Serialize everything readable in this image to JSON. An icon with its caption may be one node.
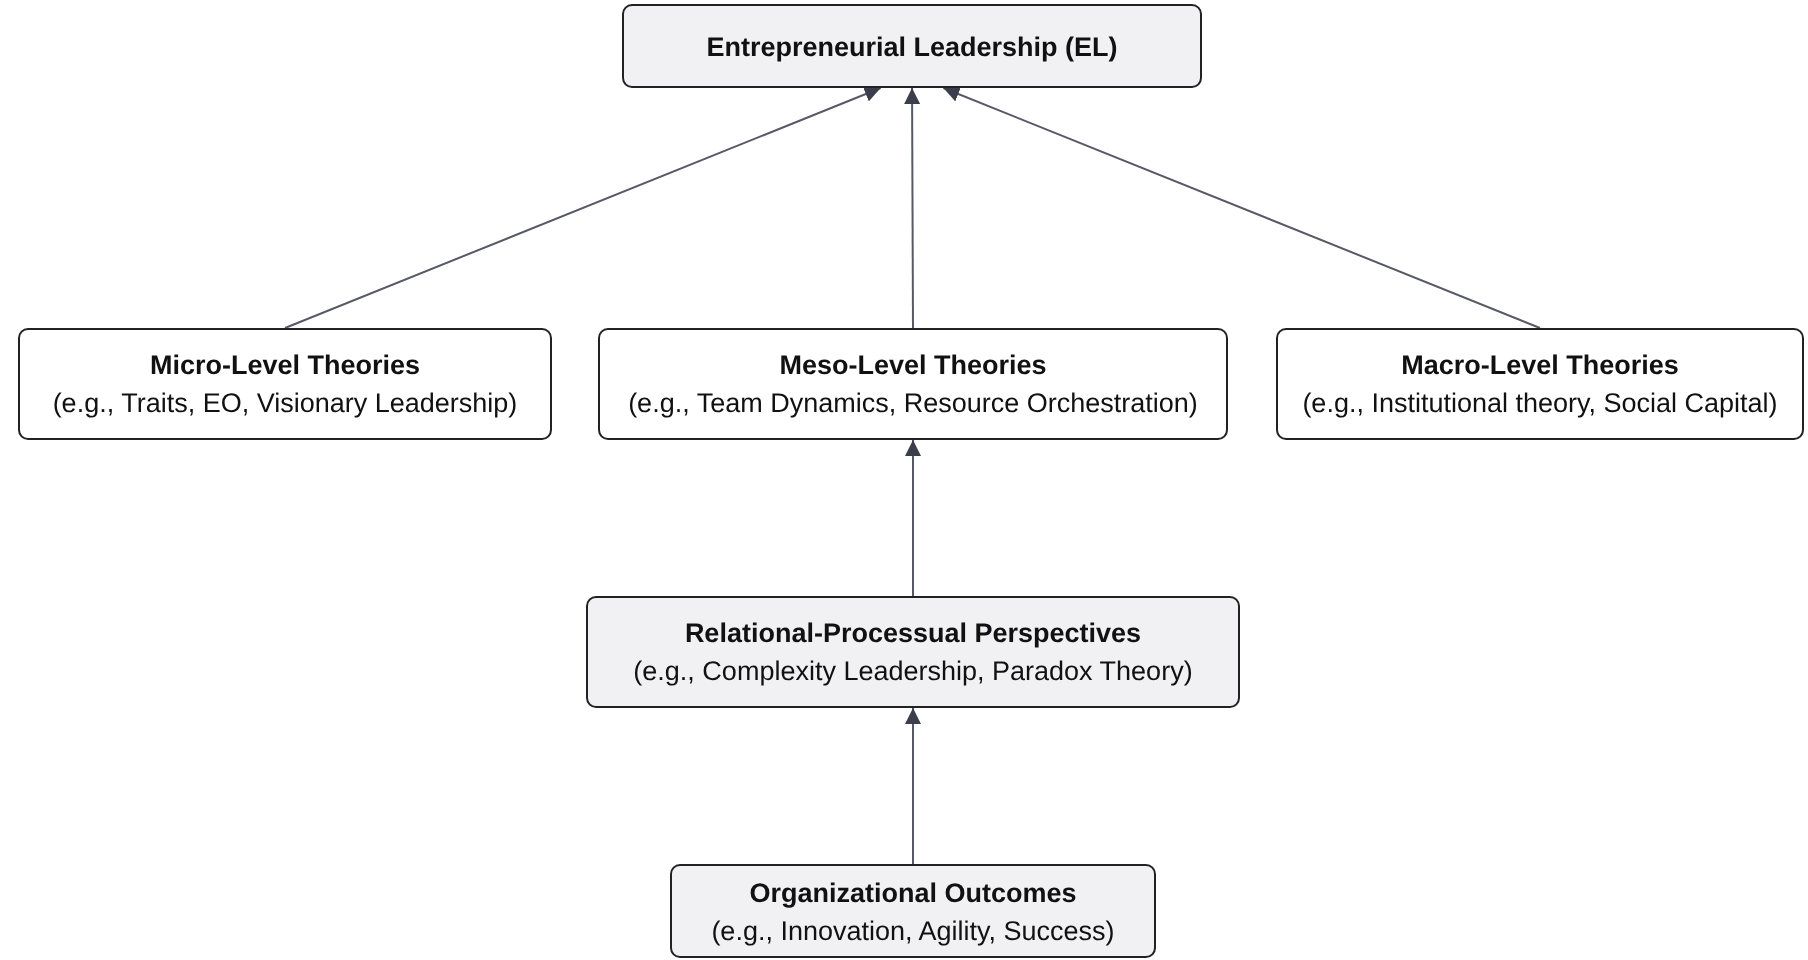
{
  "diagram": {
    "nodes": [
      {
        "text": [
          "Entrepreneurial Leadership (EL)"
        ]
      },
      {
        "text": [
          "Micro-Level Theories",
          "(e.g., Traits, EO, Visionary Leadership)"
        ]
      },
      {
        "text": [
          "Meso-Level Theories",
          "(e.g., Team Dynamics, Resource Orchestration)"
        ]
      },
      {
        "text": [
          "Macro-Level Theories",
          "(e.g., Institutional theory, Social Capital)"
        ]
      },
      {
        "text": [
          "Relational-Processual Perspectives",
          "(e.g., Complexity Leadership, Paradox Theory)"
        ]
      },
      {
        "text": [
          "Organizational Outcomes",
          "(e.g., Innovation, Agility, Success)"
        ]
      }
    ],
    "edges": [
      {
        "from": 1,
        "to": 0,
        "arrow": "to"
      },
      {
        "from": 2,
        "to": 0,
        "arrow": "to"
      },
      {
        "from": 3,
        "to": 0,
        "arrow": "to"
      },
      {
        "from": 4,
        "to": 2,
        "arrow": "to"
      },
      {
        "from": 5,
        "to": 4,
        "arrow": "to"
      }
    ]
  }
}
